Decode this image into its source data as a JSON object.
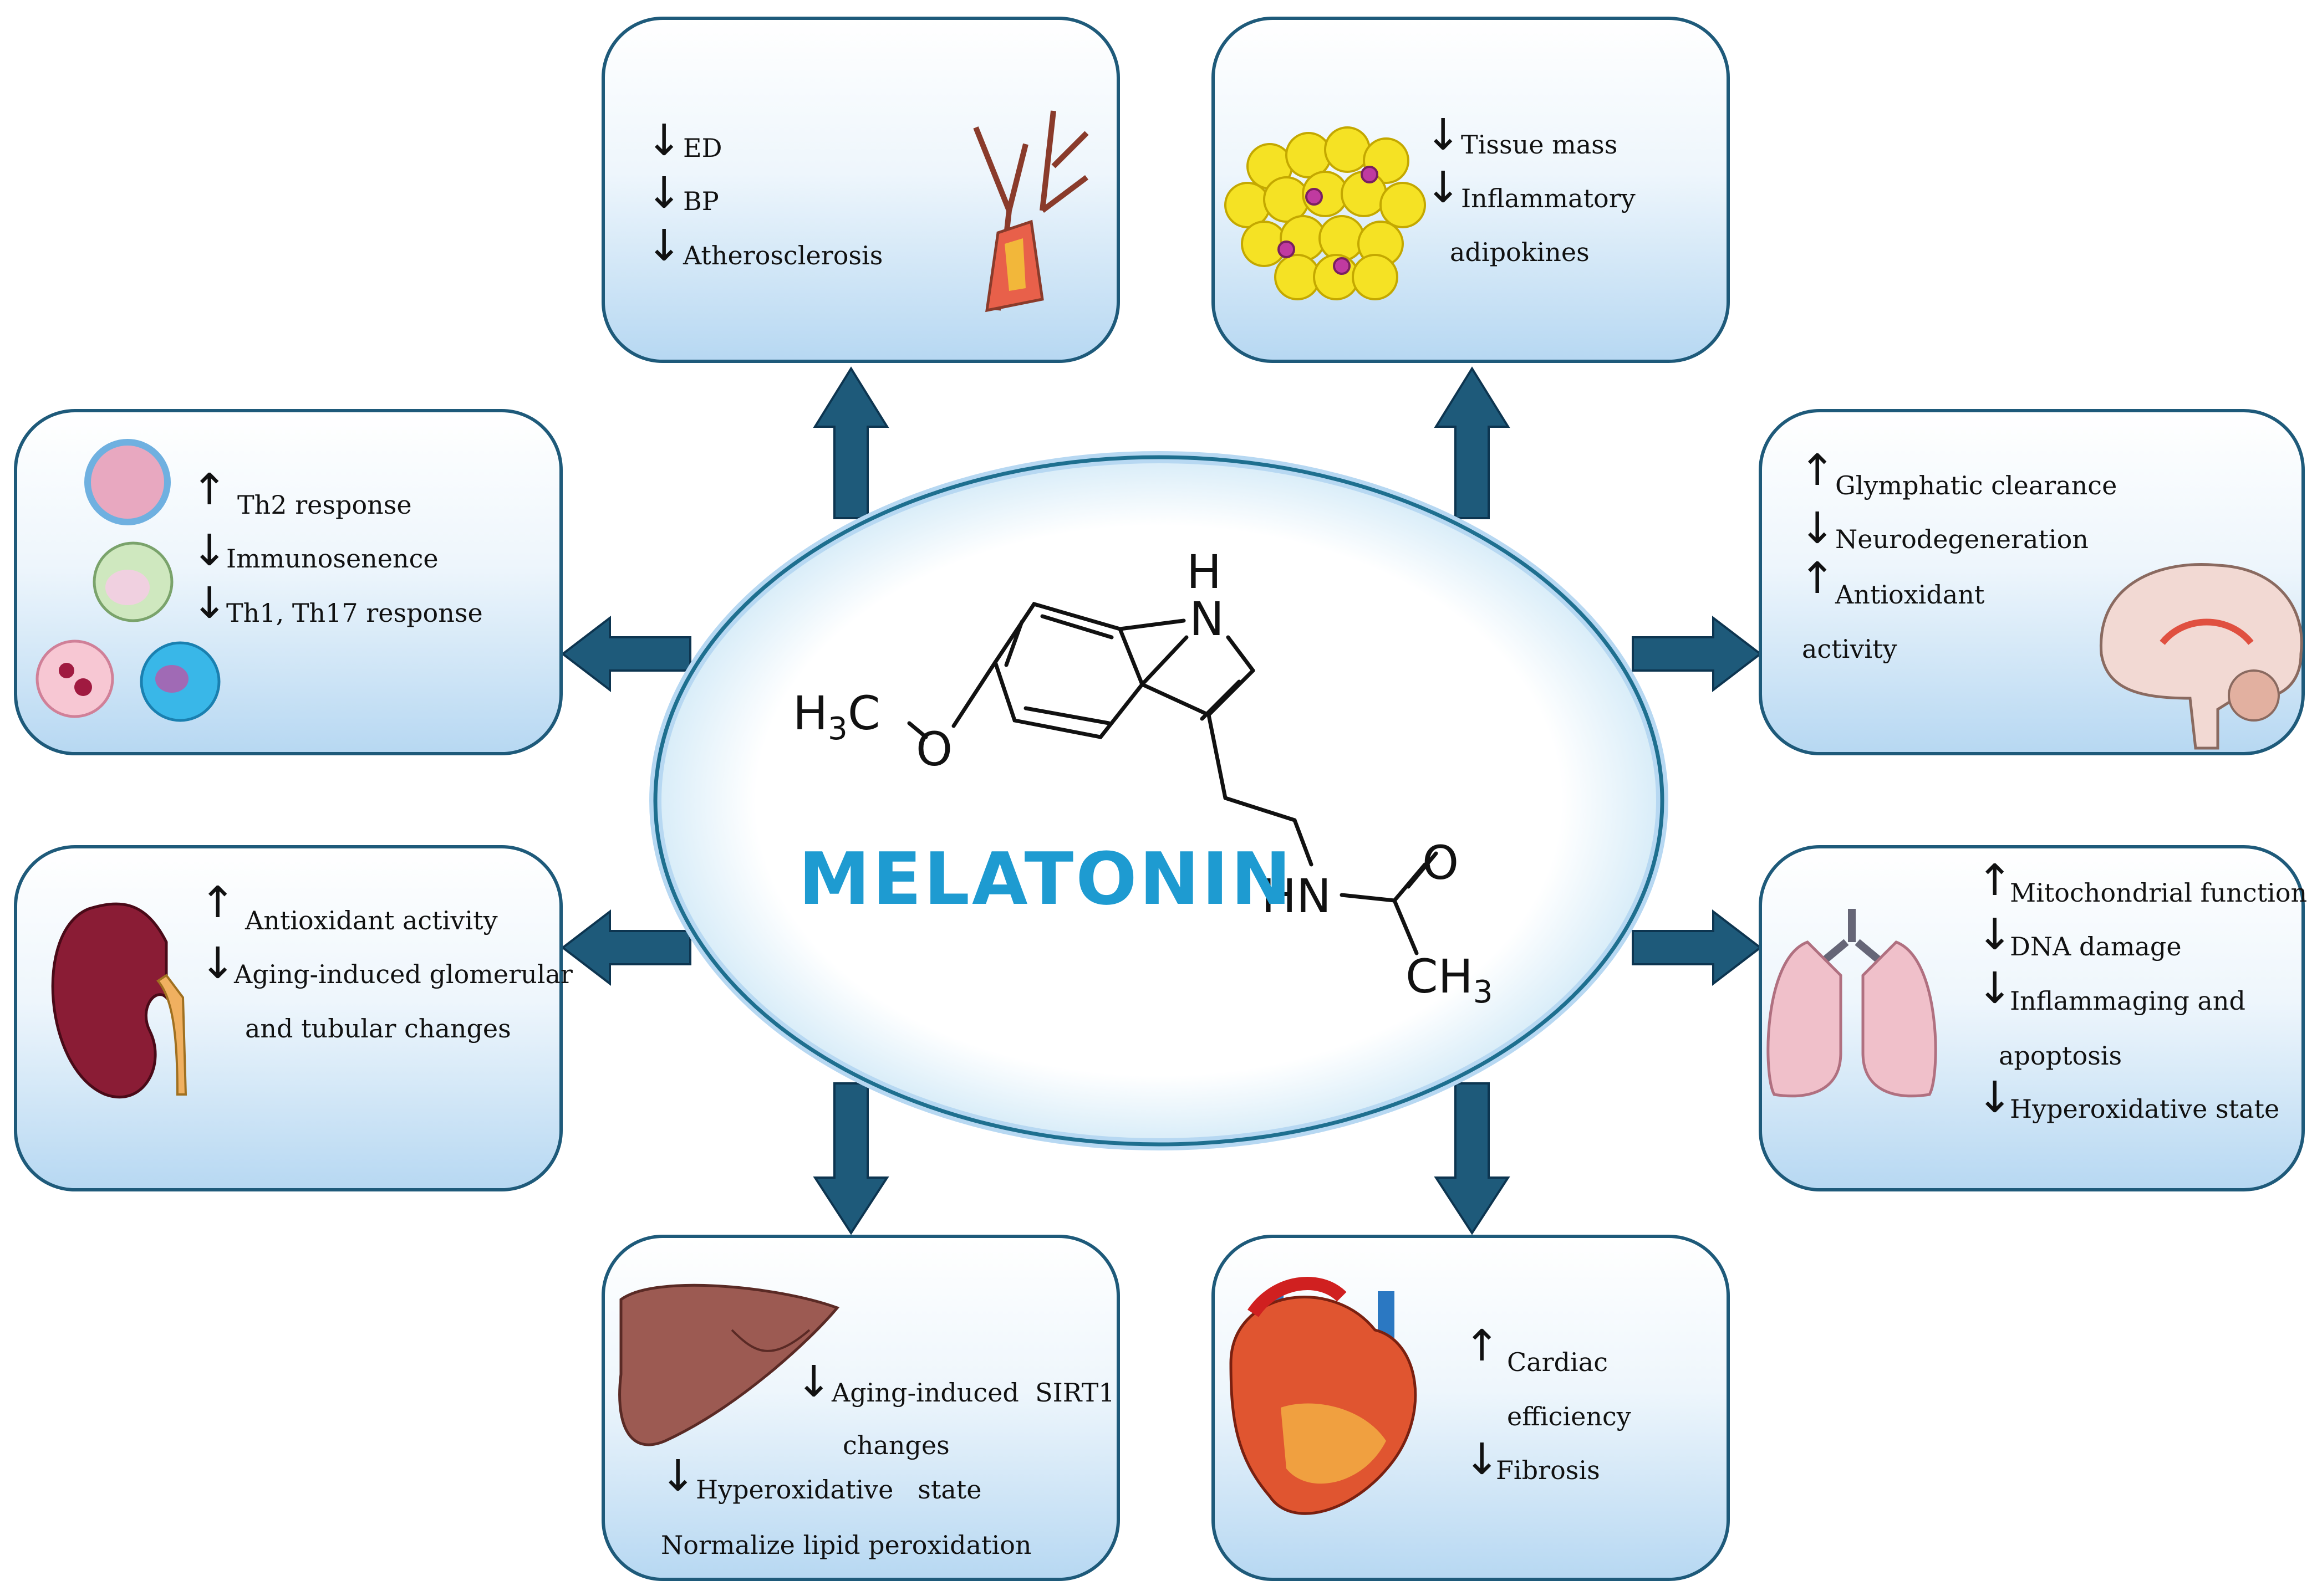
{
  "center": {
    "title": "MELATONIN",
    "atoms": {
      "h": "H",
      "n": "N",
      "h3c_h": "H",
      "h3c_3": "3",
      "h3c_c": "C",
      "o_ether": "O",
      "hn": "HN",
      "o_carbonyl": "O",
      "ch3_c": "CH",
      "ch3_3": "3"
    }
  },
  "boxes": {
    "vascular": {
      "lines": [
        "ED",
        "BP",
        "Atherosclerosis"
      ],
      "arrows": [
        "↓",
        "↓",
        "↓"
      ]
    },
    "adipose": {
      "lines": [
        "Tissue mass",
        "Inflammatory",
        "adipokines"
      ],
      "arrows": [
        "↓",
        "↓"
      ]
    },
    "immune": {
      "lines": [
        "Th2 response",
        "Immunosenence",
        "Th1, Th17 response"
      ],
      "arrows": [
        "↑",
        "↓",
        "↓"
      ]
    },
    "brain": {
      "lines": [
        "Glymphatic clearance",
        "Neurodegeneration",
        "Antioxidant",
        "activity"
      ],
      "arrows": [
        "↑",
        "↓",
        "↑"
      ]
    },
    "kidney": {
      "lines": [
        "Antioxidant activity",
        "Aging-induced glomerular",
        "and tubular changes"
      ],
      "arrows": [
        "↑",
        "↓"
      ]
    },
    "lung": {
      "lines": [
        "Mitochondrial function",
        "DNA damage",
        "Inflammaging and",
        "apoptosis",
        "Hyperoxidative state"
      ],
      "arrows": [
        "↑",
        "↓",
        "↓",
        "↓"
      ]
    },
    "liver": {
      "lines": [
        "Aging-induced  SIRT1",
        "changes",
        "Hyperoxidative   state",
        "Normalize lipid peroxidation"
      ],
      "arrows": [
        "↓",
        "↓"
      ]
    },
    "heart": {
      "lines": [
        "Cardiac",
        "efficiency",
        "Fibrosis"
      ],
      "arrows": [
        "↑",
        "↓"
      ]
    }
  },
  "colors": {
    "box_border": "#1e5a7a",
    "arrow_fill": "#1e5a7a",
    "title": "#1e9bd1",
    "ellipse_border": "#1e6f8f"
  }
}
